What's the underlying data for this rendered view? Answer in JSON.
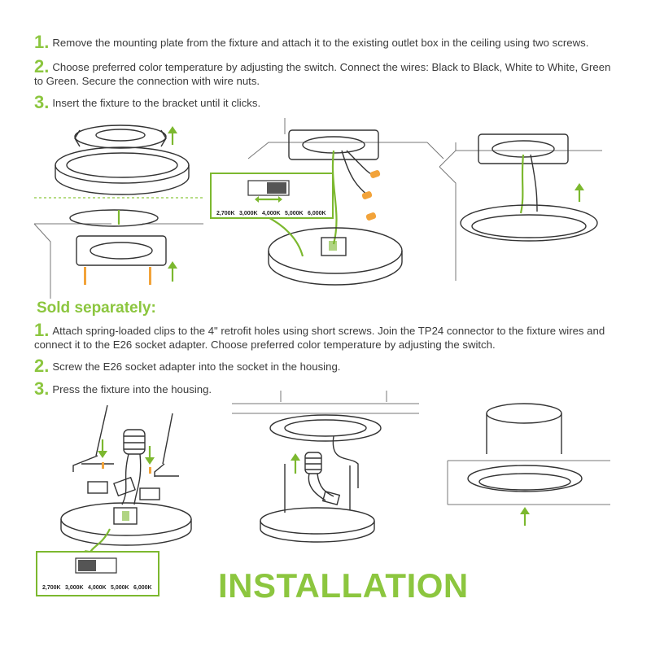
{
  "steps": [
    {
      "num": "1.",
      "text": "Remove the mounting plate from the fixture and attach it to the existing outlet box in the ceiling using two screws."
    },
    {
      "num": "2.",
      "text": "Choose preferred color temperature by adjusting the switch. Connect the wires: Black to Black, White to White, Green to Green. Secure the connection with wire nuts."
    },
    {
      "num": "3.",
      "text": "Insert the fixture to the bracket until it clicks."
    }
  ],
  "sold_separately": {
    "heading": "Sold separately:",
    "steps": [
      {
        "num": "1.",
        "text": "Attach spring-loaded clips to the 4\" retrofit holes using short screws. Join the TP24 connector to the fixture wires and connect it to the E26 socket adapter. Choose preferred color temperature by adjusting the switch."
      },
      {
        "num": "2.",
        "text": "Screw the E26 socket adapter into the socket in the housing."
      },
      {
        "num": "3.",
        "text": "Press the fixture into the housing."
      }
    ]
  },
  "color_temps": [
    "2,700K",
    "3,000K",
    "4,000K",
    "5,000K",
    "6,000K"
  ],
  "title": "INSTALLATION",
  "colors": {
    "accent": "#8cc63f",
    "wire_green": "#7cb82f",
    "screw_orange": "#f2a33a",
    "text": "#3a3a3a"
  }
}
